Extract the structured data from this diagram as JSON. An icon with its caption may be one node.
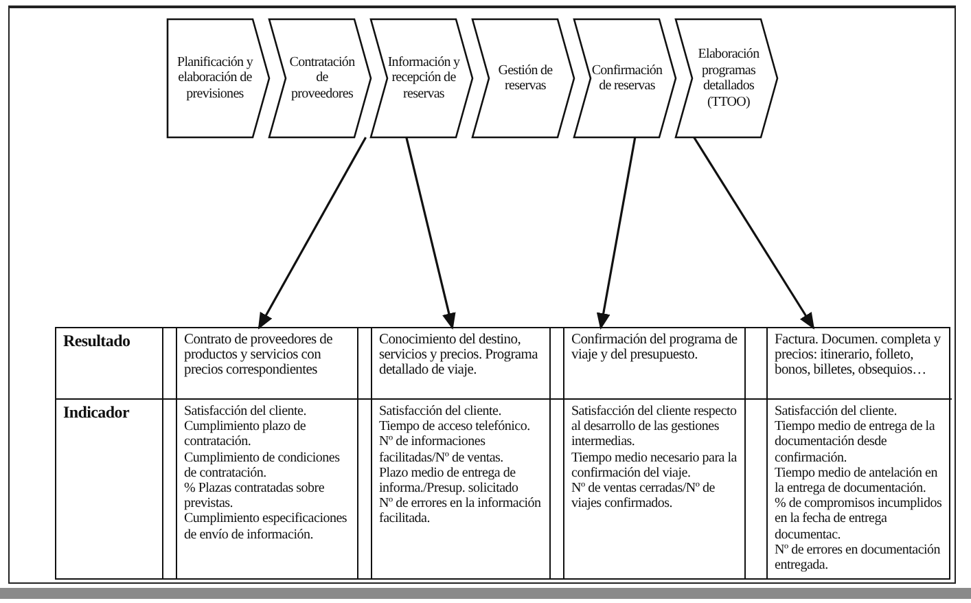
{
  "diagram": {
    "nodes": [
      {
        "text": [
          "Planificación y elaboración de previsiones"
        ]
      },
      {
        "text": [
          "Contratación de proveedores"
        ]
      },
      {
        "text": [
          "Información y recepción de reservas"
        ]
      },
      {
        "text": [
          "Gestión de reservas"
        ]
      },
      {
        "text": [
          "Confirmación de reservas"
        ]
      },
      {
        "text": [
          "Elaboración programas detallados (TTOO)"
        ]
      },
      {
        "text": [
          "Contrato de proveedores de productos y servicios con precios correspondientes"
        ]
      },
      {
        "text": [
          "Conocimiento del destino, servicios y precios. Programa detallado de viaje."
        ]
      },
      {
        "text": [
          "Confirmación del programa de viaje y del presupuesto."
        ]
      },
      {
        "text": [
          "Factura. Documen. completa y precios: itinerario, folleto, bonos, billetes, obsequios…"
        ]
      },
      {
        "text": [
          "Satisfacción del cliente.",
          "Cumplimiento plazo de contratación.",
          "Cumplimiento de condiciones de contratación.",
          "% Plazas contratadas sobre previstas.",
          "Cumplimiento especificaciones de envío de información."
        ]
      },
      {
        "text": [
          "Satisfacción del cliente.",
          "Tiempo de acceso telefónico.",
          "Nº de informaciones facilitadas/Nº de ventas.",
          "Plazo medio de entrega de informa./Presup. solicitado",
          "Nº de errores en la información facilitada."
        ]
      },
      {
        "text": [
          "Satisfacción del cliente respecto al desarrollo de las gestiones intermedias.",
          "Tiempo medio necesario para la confirmación del viaje.",
          "Nº de ventas cerradas/Nº de viajes confirmados."
        ]
      },
      {
        "text": [
          "Satisfacción del cliente.",
          "Tiempo medio de entrega de la documentación desde confirmación.",
          "Tiempo medio de antelación en la entrega de documentación.",
          "% de compromisos incumplidos en la fecha de entrega documentac.",
          "Nº de errores en documentación entregada."
        ]
      }
    ],
    "edges": [
      {
        "from": 1,
        "to": 6,
        "arrow": "to"
      },
      {
        "from": 2,
        "to": 7,
        "arrow": "to"
      },
      {
        "from": 4,
        "to": 8,
        "arrow": "to"
      },
      {
        "from": 5,
        "to": 9,
        "arrow": "to"
      }
    ],
    "labels": [
      "Resultado",
      "Indicador"
    ]
  }
}
